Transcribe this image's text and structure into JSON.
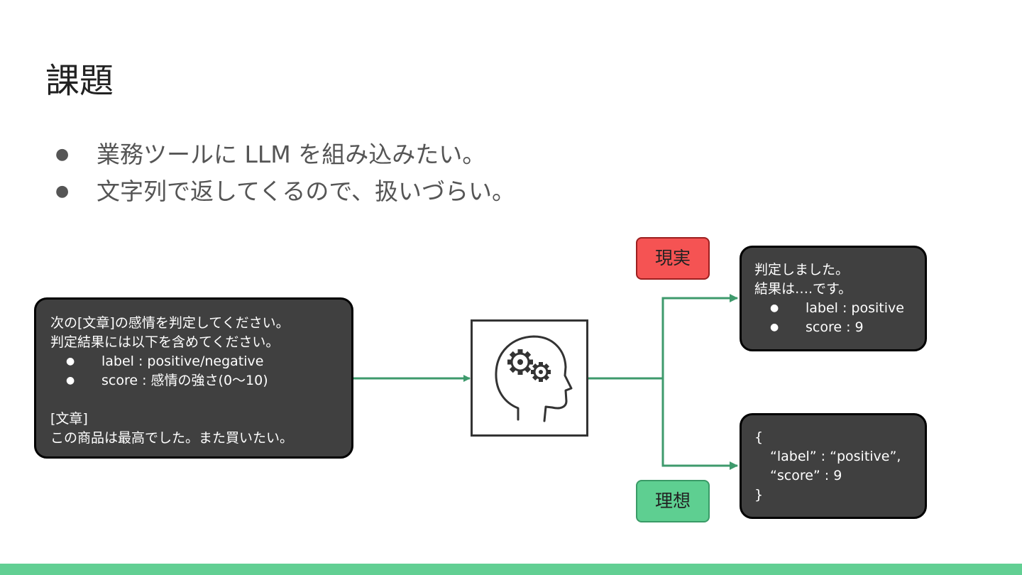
{
  "slide": {
    "title": "課題",
    "bullets": [
      "業務ツールに LLM を組み込みたい。",
      "文字列で返してくるので、扱いづらい。"
    ],
    "bullet_symbol": "●"
  },
  "diagram": {
    "input": {
      "lines": [
        "次の[文章]の感情を判定してください。",
        "判定結果には以下を含めてください。"
      ],
      "items": [
        "label : positive/negative",
        "score : 感情の強さ(0〜10)"
      ],
      "section_label": "[文章]",
      "sentence": "この商品は最高でした。また買いたい。"
    },
    "model_icon": "brain-gears-icon",
    "reality": {
      "tag": "現実",
      "lines": [
        "判定しました。",
        "結果は….です。"
      ],
      "items": [
        "label : positive",
        "score : 9"
      ]
    },
    "ideal": {
      "tag": "理想",
      "lines": [
        "{",
        "“label” : “positive”,",
        "“score” : 9",
        "}"
      ]
    }
  },
  "colors": {
    "box_fill": "#404040",
    "connector": "#3e9a6c",
    "reality_tag": "#f55353",
    "ideal_tag": "#5ecf91",
    "footer": "#62cf93"
  }
}
